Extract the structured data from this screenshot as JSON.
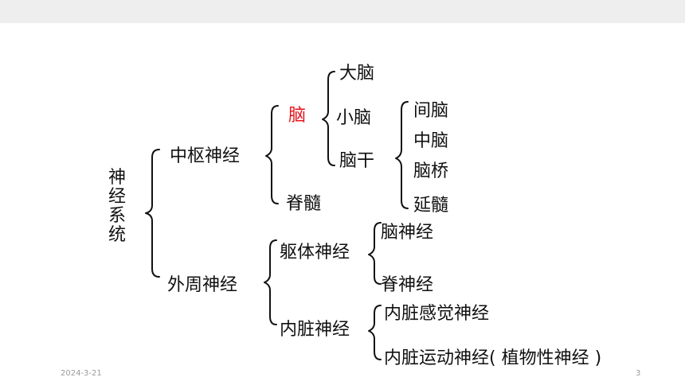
{
  "diagram": {
    "root": "神经系统",
    "central": {
      "label": "中枢神经",
      "brain": {
        "label": "脑",
        "highlight_color": "#e8141b",
        "cerebrum": "大脑",
        "cerebellum": "小脑",
        "brainstem": {
          "label": "脑干",
          "parts": [
            "间脑",
            "中脑",
            "脑桥",
            "延髓"
          ]
        }
      },
      "spinal_cord": "脊髓"
    },
    "peripheral": {
      "label": "外周神经",
      "somatic": {
        "label": "躯体神经",
        "cranial": "脑神经",
        "spinal": "脊神经"
      },
      "visceral": {
        "label": "内脏神经",
        "sensory": "内脏感觉神经",
        "motor": "内脏运动神经( 植物性神经 )"
      }
    }
  },
  "footer": {
    "date": "2024-3-21",
    "page": "3"
  }
}
